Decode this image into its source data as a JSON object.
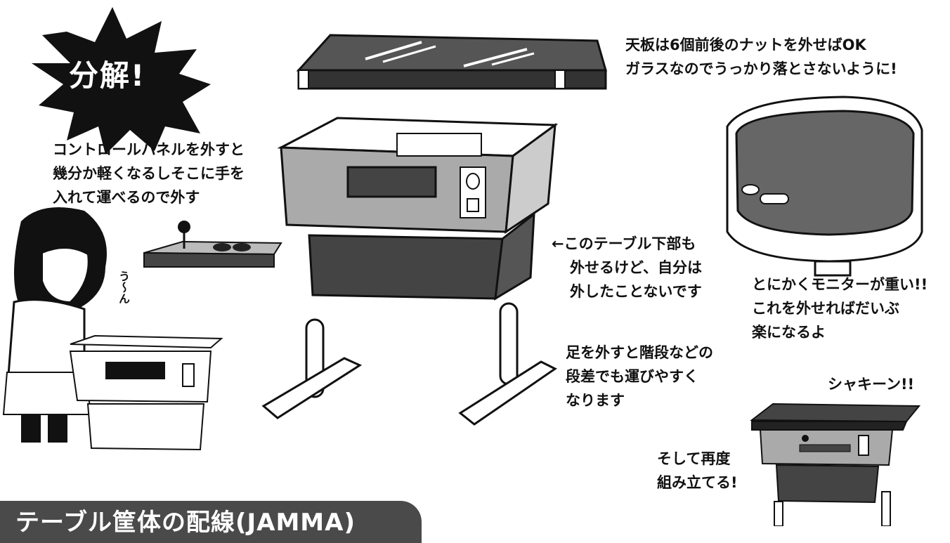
{
  "burst": {
    "text": "分解!"
  },
  "notes": {
    "top_panel": [
      "天板は6個前後のナットを外せばOK",
      "ガラスなのでうっかり落とさないように!"
    ],
    "control_panel": [
      "コントロールパネルを外すと",
      "幾分か軽くなるしそこに手を",
      "入れて運べるので外す"
    ],
    "lower_table": [
      "←このテーブル下部も",
      "外せるけど、自分は",
      "外したことないです"
    ],
    "monitor": [
      "とにかくモニターが重い!!",
      "これを外せればだいぶ",
      "楽になるよ"
    ],
    "legs": [
      "足を外すと階段などの",
      "段差でも運びやすく",
      "なります"
    ],
    "sfx_shakin": "シャキーン!!",
    "reassemble": [
      "そして再度",
      "組み立てる!"
    ],
    "sigh": "う〜ん"
  },
  "section_title": "テーブル筐体の配線(JAMMA)"
}
